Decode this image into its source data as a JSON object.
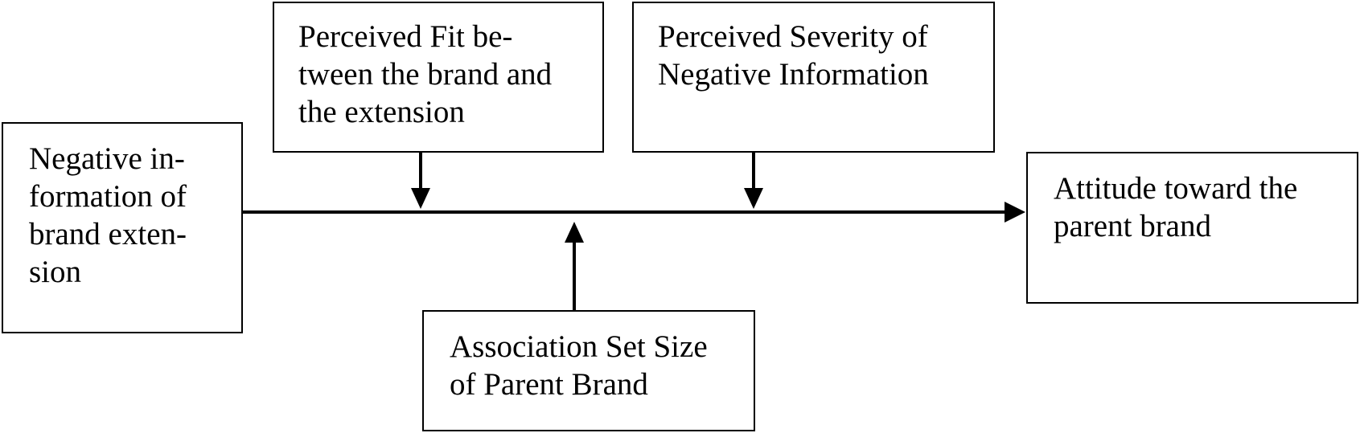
{
  "diagram": {
    "independent_variable": {
      "lines": [
        "Negative in-",
        "formation of",
        "brand exten-",
        "sion"
      ]
    },
    "moderator_fit": {
      "lines": [
        "Perceived Fit be-",
        "tween the brand and",
        "the extension"
      ]
    },
    "moderator_severity": {
      "lines": [
        "Perceived Severity of",
        "Negative Information"
      ]
    },
    "moderator_association": {
      "lines": [
        "Association Set Size",
        "of Parent Brand"
      ]
    },
    "dependent_variable": {
      "lines": [
        "Attitude toward the",
        "parent brand"
      ]
    }
  }
}
